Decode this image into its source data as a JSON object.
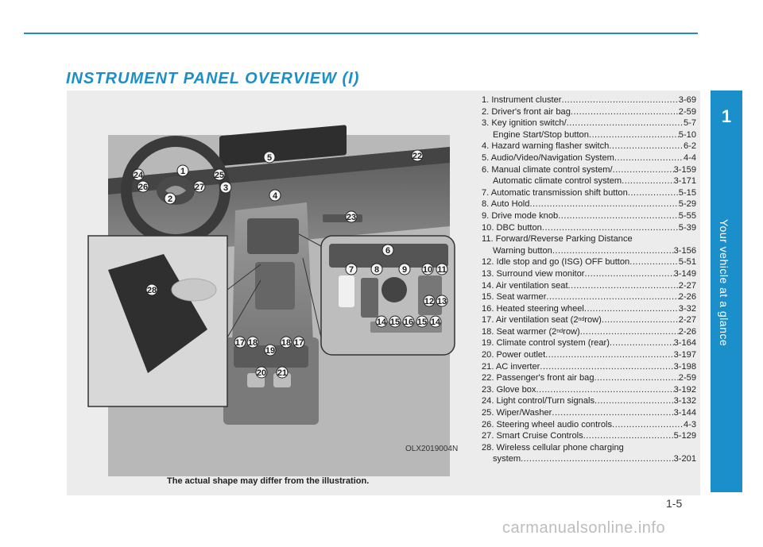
{
  "header": {
    "title": "INSTRUMENT PANEL OVERVIEW (I)"
  },
  "side_tab": {
    "number": "1",
    "title": "Your vehicle at a glance"
  },
  "figure": {
    "code": "OLX2019004N",
    "caption": "The actual shape may differ from the illustration.",
    "callouts": [
      "1",
      "2",
      "3",
      "4",
      "5",
      "6",
      "7",
      "8",
      "9",
      "10",
      "11",
      "12",
      "13",
      "14",
      "15",
      "16",
      "15",
      "14",
      "17",
      "18",
      "18",
      "17",
      "19",
      "20",
      "21",
      "22",
      "23",
      "24",
      "25",
      "26",
      "27",
      "28"
    ]
  },
  "toc": [
    {
      "label": "1. Instrument cluster",
      "page": "3-69"
    },
    {
      "label": "2. Driver's front air bag",
      "page": "2-59"
    },
    {
      "label": "3. Key ignition switch/",
      "page": "5-7",
      "cont_label": "Engine Start/Stop button",
      "cont_page": "5-10"
    },
    {
      "label": "4. Hazard warning flasher switch",
      "page": "6-2"
    },
    {
      "label": "5. Audio/Video/Navigation System",
      "page": "4-4"
    },
    {
      "label": "6. Manual climate control system/",
      "page": "3-159",
      "cont_label": "Automatic climate control system",
      "cont_page": "3-171"
    },
    {
      "label": "7. Automatic transmission shift button",
      "page": "5-15"
    },
    {
      "label": "8. Auto Hold",
      "page": "5-29"
    },
    {
      "label": "9. Drive mode knob",
      "page": "5-55"
    },
    {
      "label": "10. DBC button",
      "page": "5-39"
    },
    {
      "label": "11. Forward/Reverse Parking Distance",
      "page": "",
      "cont_label": "Warning button",
      "cont_page": "3-156"
    },
    {
      "label": "12. Idle stop and go (ISG) OFF button",
      "page": "5-51"
    },
    {
      "label": "13. Surround view monitor",
      "page": "3-149"
    },
    {
      "label": "14. Air ventilation seat",
      "page": "2-27"
    },
    {
      "label": "15. Seat warmer",
      "page": "2-26"
    },
    {
      "label": "16. Heated steering wheel",
      "page": "3-32"
    },
    {
      "label": "17. Air ventilation seat (2",
      "sup": "nd",
      "after": " row)",
      "page": "2-27"
    },
    {
      "label": "18. Seat warmer (2",
      "sup": "nd",
      "after": " row)",
      "page": "2-26"
    },
    {
      "label": "19. Climate control system (rear)",
      "page": "3-164"
    },
    {
      "label": "20. Power outlet",
      "page": "3-197"
    },
    {
      "label": "21. AC inverter",
      "page": "3-198"
    },
    {
      "label": "22. Passenger's front air bag",
      "page": "2-59"
    },
    {
      "label": "23. Glove box",
      "page": "3-192"
    },
    {
      "label": "24. Light control/Turn signals",
      "page": "3-132"
    },
    {
      "label": "25. Wiper/Washer",
      "page": "3-144"
    },
    {
      "label": "26. Steering wheel audio controls",
      "page": "4-3"
    },
    {
      "label": "27. Smart Cruise Controls",
      "page": "5-129"
    },
    {
      "label": "28. Wireless cellular phone charging",
      "page": "",
      "cont_label": "system",
      "cont_page": "3-201"
    }
  ],
  "page_number": "1-5",
  "watermark": "carmanualsonline.info",
  "colors": {
    "accent": "#1b8fc9",
    "panel": "#ececec"
  }
}
